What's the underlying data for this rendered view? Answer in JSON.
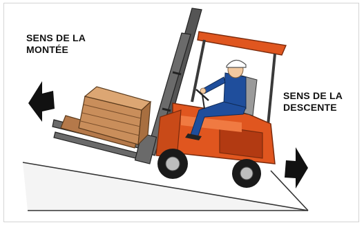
{
  "labels": {
    "uphill_line1": "SENS DE LA",
    "uphill_line2": "MONTÉE",
    "downhill_line1": "SENS DE LA",
    "downhill_line2": "DESCENTE"
  },
  "icons": {
    "uphill_arrow": "arrow-left-icon",
    "downhill_arrow": "arrow-right-icon"
  },
  "colors": {
    "forklift_body": "#e0561f",
    "forklift_dark": "#b23a12",
    "mast": "#4d4d4d",
    "load": "#c98e5b",
    "operator": "#1f4e9c",
    "arrow": "#111111"
  }
}
